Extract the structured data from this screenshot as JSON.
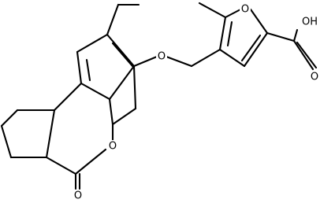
{
  "structure": {
    "type": "chemical-structure",
    "atom_labels": {
      "ether_oxygen": "O",
      "furan_oxygen": "O",
      "acid_hydroxyl": "OH",
      "acid_carbonyl_oxygen": "O",
      "lactone_ring_oxygen": "O",
      "lactone_carbonyl_oxygen": "O"
    }
  }
}
